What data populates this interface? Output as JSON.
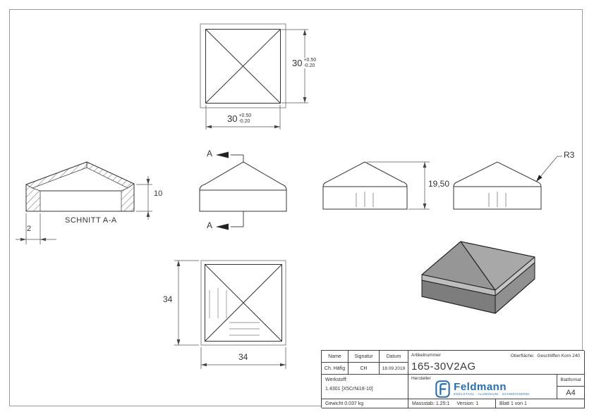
{
  "page": {
    "background": "#ffffff",
    "frame_color": "#9a9a9a",
    "line_color": "#333333",
    "accent_color": "#2a6fad"
  },
  "drawing": {
    "top_view": {
      "dim_height": "30",
      "dim_height_tol_plus": "+0.50",
      "dim_height_tol_minus": "-0.20",
      "dim_width": "30",
      "dim_width_tol_plus": "+0.50",
      "dim_width_tol_minus": "-0.20"
    },
    "section_view": {
      "title": "SCHNITT A-A",
      "dim_height": "10",
      "dim_wall": "2"
    },
    "front_view": {
      "marker_top": "A",
      "marker_bottom": "A"
    },
    "height_view": {
      "dim_total_height": "19,50"
    },
    "radius_view": {
      "radius_callout": "R3"
    },
    "bottom_view": {
      "dim_height": "34",
      "dim_width": "34"
    }
  },
  "title_block": {
    "name_label": "Name",
    "signature_label": "Signatur",
    "date_label": "Datum",
    "name_value": "Ch. Häfig",
    "signature_value": "CH",
    "date_value": "18.09.2019",
    "article_label": "Artikelnummer",
    "article_value": "165-30V2AG",
    "surface_label": "Oberfläche:",
    "surface_value": "Geschliffen Korn 240",
    "material_label": "Werkstoff:",
    "material_value": "1.4301 [X5CrNi18-10]",
    "manufacturer_label": "Hersteller",
    "weight_value": "Gewicht 0.037 kg",
    "scale_value": "Massstab: 1.25:1",
    "version_value": "Version: 1",
    "sheet_value": "Blatt 1 von 1",
    "format_label": "Blattformat",
    "format_value": "A4",
    "logo": {
      "name": "Feldmann",
      "tagline": "EDELSTAHL · ALUMINIUM · SCHWEISSEREI",
      "color": "#2a6fad"
    }
  }
}
